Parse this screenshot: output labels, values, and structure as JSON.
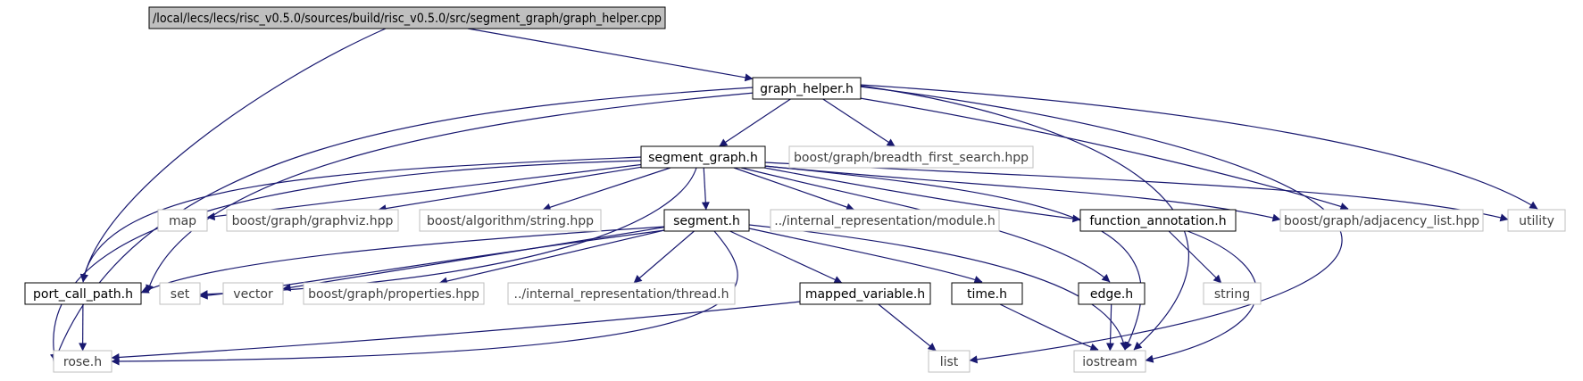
{
  "graph": {
    "nodes": [
      {
        "id": "root",
        "label": "/local/lecs/lecs/risc_v0.5.0/sources/build/risc_v0.5.0/src/segment_graph/graph_helper.cpp",
        "style": "root"
      },
      {
        "id": "graph_helper_h",
        "label": "graph_helper.h",
        "style": "doc"
      },
      {
        "id": "segment_graph_h",
        "label": "segment_graph.h",
        "style": "doc"
      },
      {
        "id": "bfs_hpp",
        "label": "boost/graph/breadth_first_search.hpp",
        "style": "ext"
      },
      {
        "id": "map",
        "label": "map",
        "style": "ext"
      },
      {
        "id": "graphviz_hpp",
        "label": "boost/graph/graphviz.hpp",
        "style": "ext"
      },
      {
        "id": "string_hpp",
        "label": "boost/algorithm/string.hpp",
        "style": "ext"
      },
      {
        "id": "segment_h",
        "label": "segment.h",
        "style": "doc"
      },
      {
        "id": "module_h",
        "label": "../internal_representation/module.h",
        "style": "ext"
      },
      {
        "id": "function_annotation_h",
        "label": "function_annotation.h",
        "style": "doc"
      },
      {
        "id": "adjacency_list_hpp",
        "label": "boost/graph/adjacency_list.hpp",
        "style": "ext"
      },
      {
        "id": "utility",
        "label": "utility",
        "style": "ext"
      },
      {
        "id": "port_call_path_h",
        "label": "port_call_path.h",
        "style": "doc"
      },
      {
        "id": "set",
        "label": "set",
        "style": "ext"
      },
      {
        "id": "vector",
        "label": "vector",
        "style": "ext"
      },
      {
        "id": "properties_hpp",
        "label": "boost/graph/properties.hpp",
        "style": "ext"
      },
      {
        "id": "thread_h",
        "label": "../internal_representation/thread.h",
        "style": "ext"
      },
      {
        "id": "mapped_variable_h",
        "label": "mapped_variable.h",
        "style": "doc"
      },
      {
        "id": "time_h",
        "label": "time.h",
        "style": "doc"
      },
      {
        "id": "edge_h",
        "label": "edge.h",
        "style": "doc"
      },
      {
        "id": "string",
        "label": "string",
        "style": "ext"
      },
      {
        "id": "rose_h",
        "label": "rose.h",
        "style": "ext"
      },
      {
        "id": "list",
        "label": "list",
        "style": "ext"
      },
      {
        "id": "iostream",
        "label": "iostream",
        "style": "ext"
      }
    ],
    "edges": [
      [
        "root",
        "graph_helper_h"
      ],
      [
        "root",
        "port_call_path_h"
      ],
      [
        "graph_helper_h",
        "segment_graph_h"
      ],
      [
        "graph_helper_h",
        "bfs_hpp"
      ],
      [
        "graph_helper_h",
        "adjacency_list_hpp"
      ],
      [
        "graph_helper_h",
        "utility"
      ],
      [
        "graph_helper_h",
        "iostream"
      ],
      [
        "graph_helper_h",
        "list"
      ],
      [
        "graph_helper_h",
        "rose_h"
      ],
      [
        "graph_helper_h",
        "set"
      ],
      [
        "segment_graph_h",
        "map"
      ],
      [
        "segment_graph_h",
        "graphviz_hpp"
      ],
      [
        "segment_graph_h",
        "string_hpp"
      ],
      [
        "segment_graph_h",
        "segment_h"
      ],
      [
        "segment_graph_h",
        "module_h"
      ],
      [
        "segment_graph_h",
        "function_annotation_h"
      ],
      [
        "segment_graph_h",
        "adjacency_list_hpp"
      ],
      [
        "segment_graph_h",
        "utility"
      ],
      [
        "segment_graph_h",
        "edge_h"
      ],
      [
        "segment_graph_h",
        "iostream"
      ],
      [
        "segment_graph_h",
        "port_call_path_h"
      ],
      [
        "segment_graph_h",
        "rose_h"
      ],
      [
        "segment_graph_h",
        "set"
      ],
      [
        "segment_h",
        "port_call_path_h"
      ],
      [
        "segment_h",
        "set"
      ],
      [
        "segment_h",
        "vector"
      ],
      [
        "segment_h",
        "properties_hpp"
      ],
      [
        "segment_h",
        "thread_h"
      ],
      [
        "segment_h",
        "mapped_variable_h"
      ],
      [
        "segment_h",
        "time_h"
      ],
      [
        "segment_h",
        "iostream"
      ],
      [
        "segment_h",
        "rose_h"
      ],
      [
        "function_annotation_h",
        "string"
      ],
      [
        "function_annotation_h",
        "iostream"
      ],
      [
        "port_call_path_h",
        "rose_h"
      ],
      [
        "mapped_variable_h",
        "rose_h"
      ],
      [
        "mapped_variable_h",
        "list"
      ],
      [
        "time_h",
        "iostream"
      ],
      [
        "edge_h",
        "iostream"
      ]
    ],
    "colors": {
      "edge": "#191970",
      "root_fill": "#bfbfbf",
      "doc_stroke": "#000000",
      "ext_stroke": "#bfbfbf",
      "ext_text": "#404040"
    }
  }
}
